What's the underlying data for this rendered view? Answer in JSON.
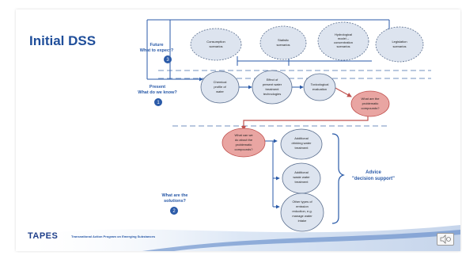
{
  "slide": {
    "title": "Initial DSS",
    "footer_logo": "TAPES",
    "footer_text": "Transnational Action Program on Emerging Substances"
  },
  "diagram": {
    "sections": {
      "future_line1": "Future",
      "future_line2": "What to expect?",
      "future_num": "3",
      "present_line1": "Present",
      "present_line2": "What do we know?",
      "present_num": "1",
      "solutions_line1": "What are the",
      "solutions_line2": "solutions?",
      "solutions_num": "2",
      "advice_line1": "Advice",
      "advice_line2": "\"decision support\""
    },
    "nodes": {
      "consumption": [
        "Consumption",
        "scenarios"
      ],
      "statistic": [
        "Statistic",
        "scenarios"
      ],
      "hydrological": [
        "Hydrological",
        "model –",
        "concentration",
        "scenarios"
      ],
      "legislation": [
        "Legislation",
        "scenarios"
      ],
      "chemical": [
        "Chemical",
        "profile of",
        "water"
      ],
      "effect": [
        "Effect of",
        "present water",
        "treatment",
        "technologies"
      ],
      "toxicological": [
        "Toxicological",
        "evaluation"
      ],
      "problematic": [
        "What are the",
        "problematic",
        "compounds?"
      ],
      "what_can_we_do": [
        "What can we",
        "do about the",
        "problematic",
        "compounds?"
      ],
      "drinking": [
        "Additional",
        "drinking water",
        "treatment"
      ],
      "waste": [
        "Additional",
        "waste water",
        "treatment"
      ],
      "other": [
        "Other types of",
        "emission",
        "reduction, e.g.",
        "manage water",
        "intake"
      ]
    }
  },
  "colors": {
    "accent_blue": "#2a5aa8",
    "node_fill": "#dde4ef",
    "node_stroke": "#5a6e8e",
    "problem_fill": "#e9a5a2",
    "problem_stroke": "#c0504d",
    "red_arrow": "#c0504d",
    "footer_wave": "#9dbbe3"
  }
}
